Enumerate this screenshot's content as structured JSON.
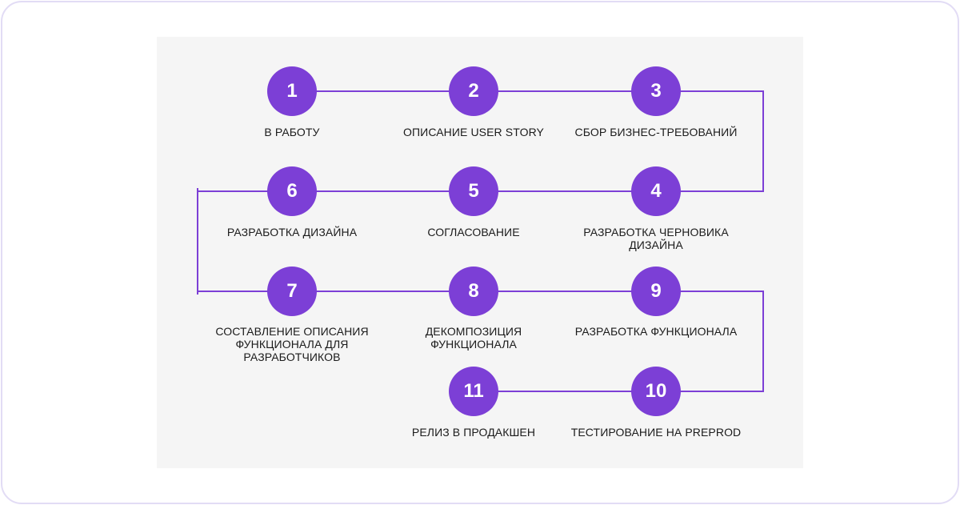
{
  "diagram": {
    "accent_color": "#7c3fd6",
    "steps": [
      {
        "number": "1",
        "label": "В РАБОТУ"
      },
      {
        "number": "2",
        "label": "ОПИСАНИЕ USER STORY"
      },
      {
        "number": "3",
        "label": "СБОР БИЗНЕС-ТРЕБОВАНИЙ"
      },
      {
        "number": "4",
        "label": "РАЗРАБОТКА ЧЕРНОВИКА ДИЗАЙНА"
      },
      {
        "number": "5",
        "label": "СОГЛАСОВАНИЕ"
      },
      {
        "number": "6",
        "label": "РАЗРАБОТКА ДИЗАЙНА"
      },
      {
        "number": "7",
        "label": "СОСТАВЛЕНИЕ ОПИСАНИЯ\nФУНКЦИОНАЛА ДЛЯ\nРАЗРАБОТЧИКОВ"
      },
      {
        "number": "8",
        "label": "ДЕКОМПОЗИЦИЯ\nФУНКЦИОНАЛА"
      },
      {
        "number": "9",
        "label": "РАЗРАБОТКА ФУНКЦИОНАЛА"
      },
      {
        "number": "10",
        "label": "ТЕСТИРОВАНИЕ НА PREPROD"
      },
      {
        "number": "11",
        "label": "РЕЛИЗ В ПРОДАКШЕН"
      }
    ]
  }
}
